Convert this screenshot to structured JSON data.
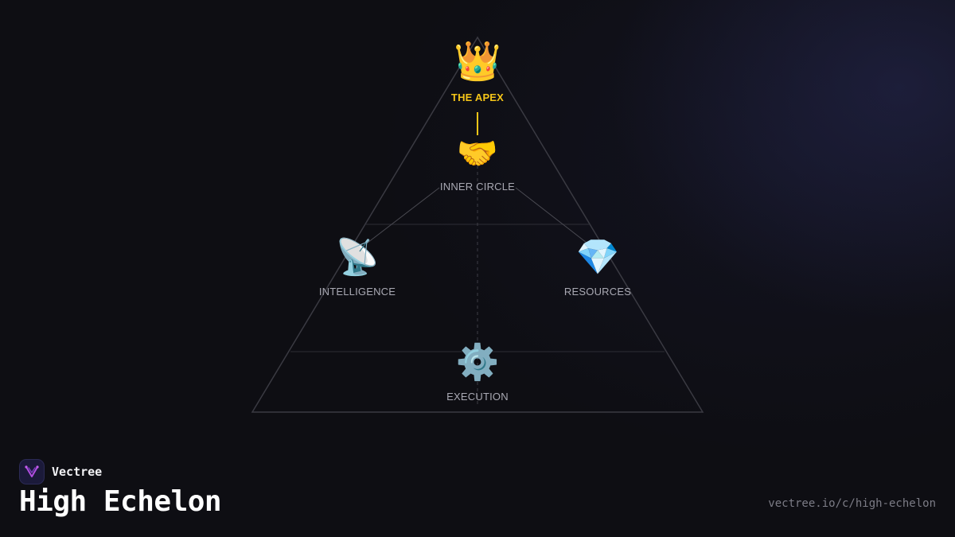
{
  "diagram": {
    "nodes": [
      {
        "id": "apex",
        "label": "THE APEX",
        "icon": "crown-icon",
        "glyph": "👑",
        "accent": "#f5c518"
      },
      {
        "id": "inner-circle",
        "label": "INNER CIRCLE",
        "icon": "handshake-icon",
        "glyph": "🤝"
      },
      {
        "id": "intelligence",
        "label": "INTELLIGENCE",
        "icon": "satellite-dish-icon",
        "glyph": "📡"
      },
      {
        "id": "resources",
        "label": "RESOURCES",
        "icon": "gem-icon",
        "glyph": "💎"
      },
      {
        "id": "execution",
        "label": "EXECUTION",
        "icon": "gear-icon",
        "glyph": "⚙️"
      }
    ],
    "edges": [
      {
        "from": "apex",
        "to": "inner-circle",
        "style": "solid",
        "color": "#f5c518"
      },
      {
        "from": "inner-circle",
        "to": "intelligence",
        "style": "solid"
      },
      {
        "from": "inner-circle",
        "to": "resources",
        "style": "solid"
      },
      {
        "from": "inner-circle",
        "to": "execution",
        "style": "dashed"
      }
    ]
  },
  "footer": {
    "brand_name": "Vectree",
    "brand_logo": "vectree-logo-icon",
    "title": "High Echelon",
    "url": "vectree.io/c/high-echelon"
  },
  "colors": {
    "background": "#0e0e13",
    "apex_accent": "#f5c518",
    "label": "#a9a9b3",
    "logo_accent": "#b04ee0"
  }
}
